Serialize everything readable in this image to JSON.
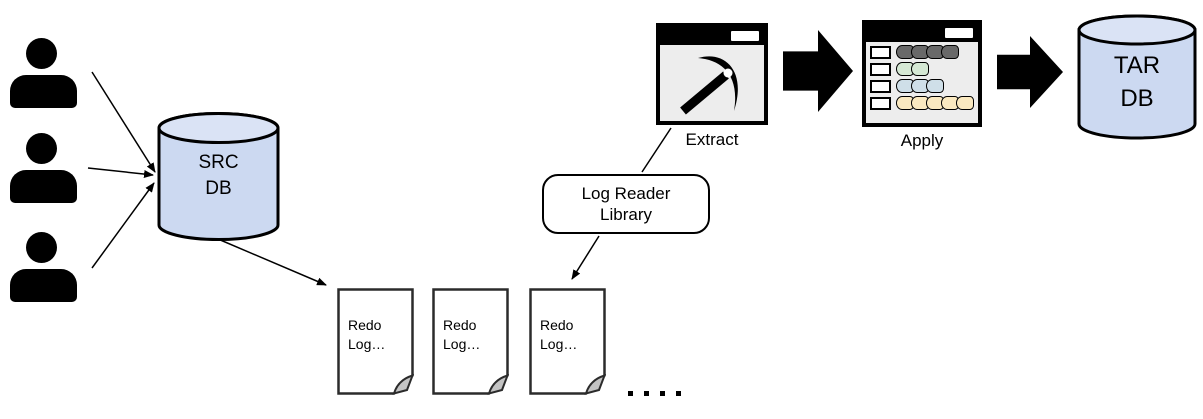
{
  "diagram": {
    "user_count": 3,
    "src_db": {
      "line1": "SRC",
      "line2": "DB"
    },
    "tar_db": {
      "line1": "TAR",
      "line2": "DB"
    },
    "log_reader_library": {
      "line1": "Log Reader",
      "line2": "Library"
    },
    "extract": {
      "label": "Extract"
    },
    "apply": {
      "label": "Apply",
      "rows": [
        {
          "color": "#696969",
          "segments": 4
        },
        {
          "color": "#d5e8d4",
          "segments": 2
        },
        {
          "color": "#cfdfe8",
          "segments": 3
        },
        {
          "color": "#fae9c0",
          "segments": 5
        }
      ]
    },
    "redo_logs": [
      {
        "line1": "Redo",
        "line2": "Log…"
      },
      {
        "line1": "Redo",
        "line2": "Log…"
      },
      {
        "line1": "Redo",
        "line2": "Log…"
      }
    ],
    "ellipsis_dot_count": 4,
    "colors": {
      "db_fill": "#ccd9f1",
      "db_top": "#dae3f5",
      "stroke": "#000000",
      "fold_fill": "#c4c4c4",
      "window_bg": "#ededed"
    }
  }
}
